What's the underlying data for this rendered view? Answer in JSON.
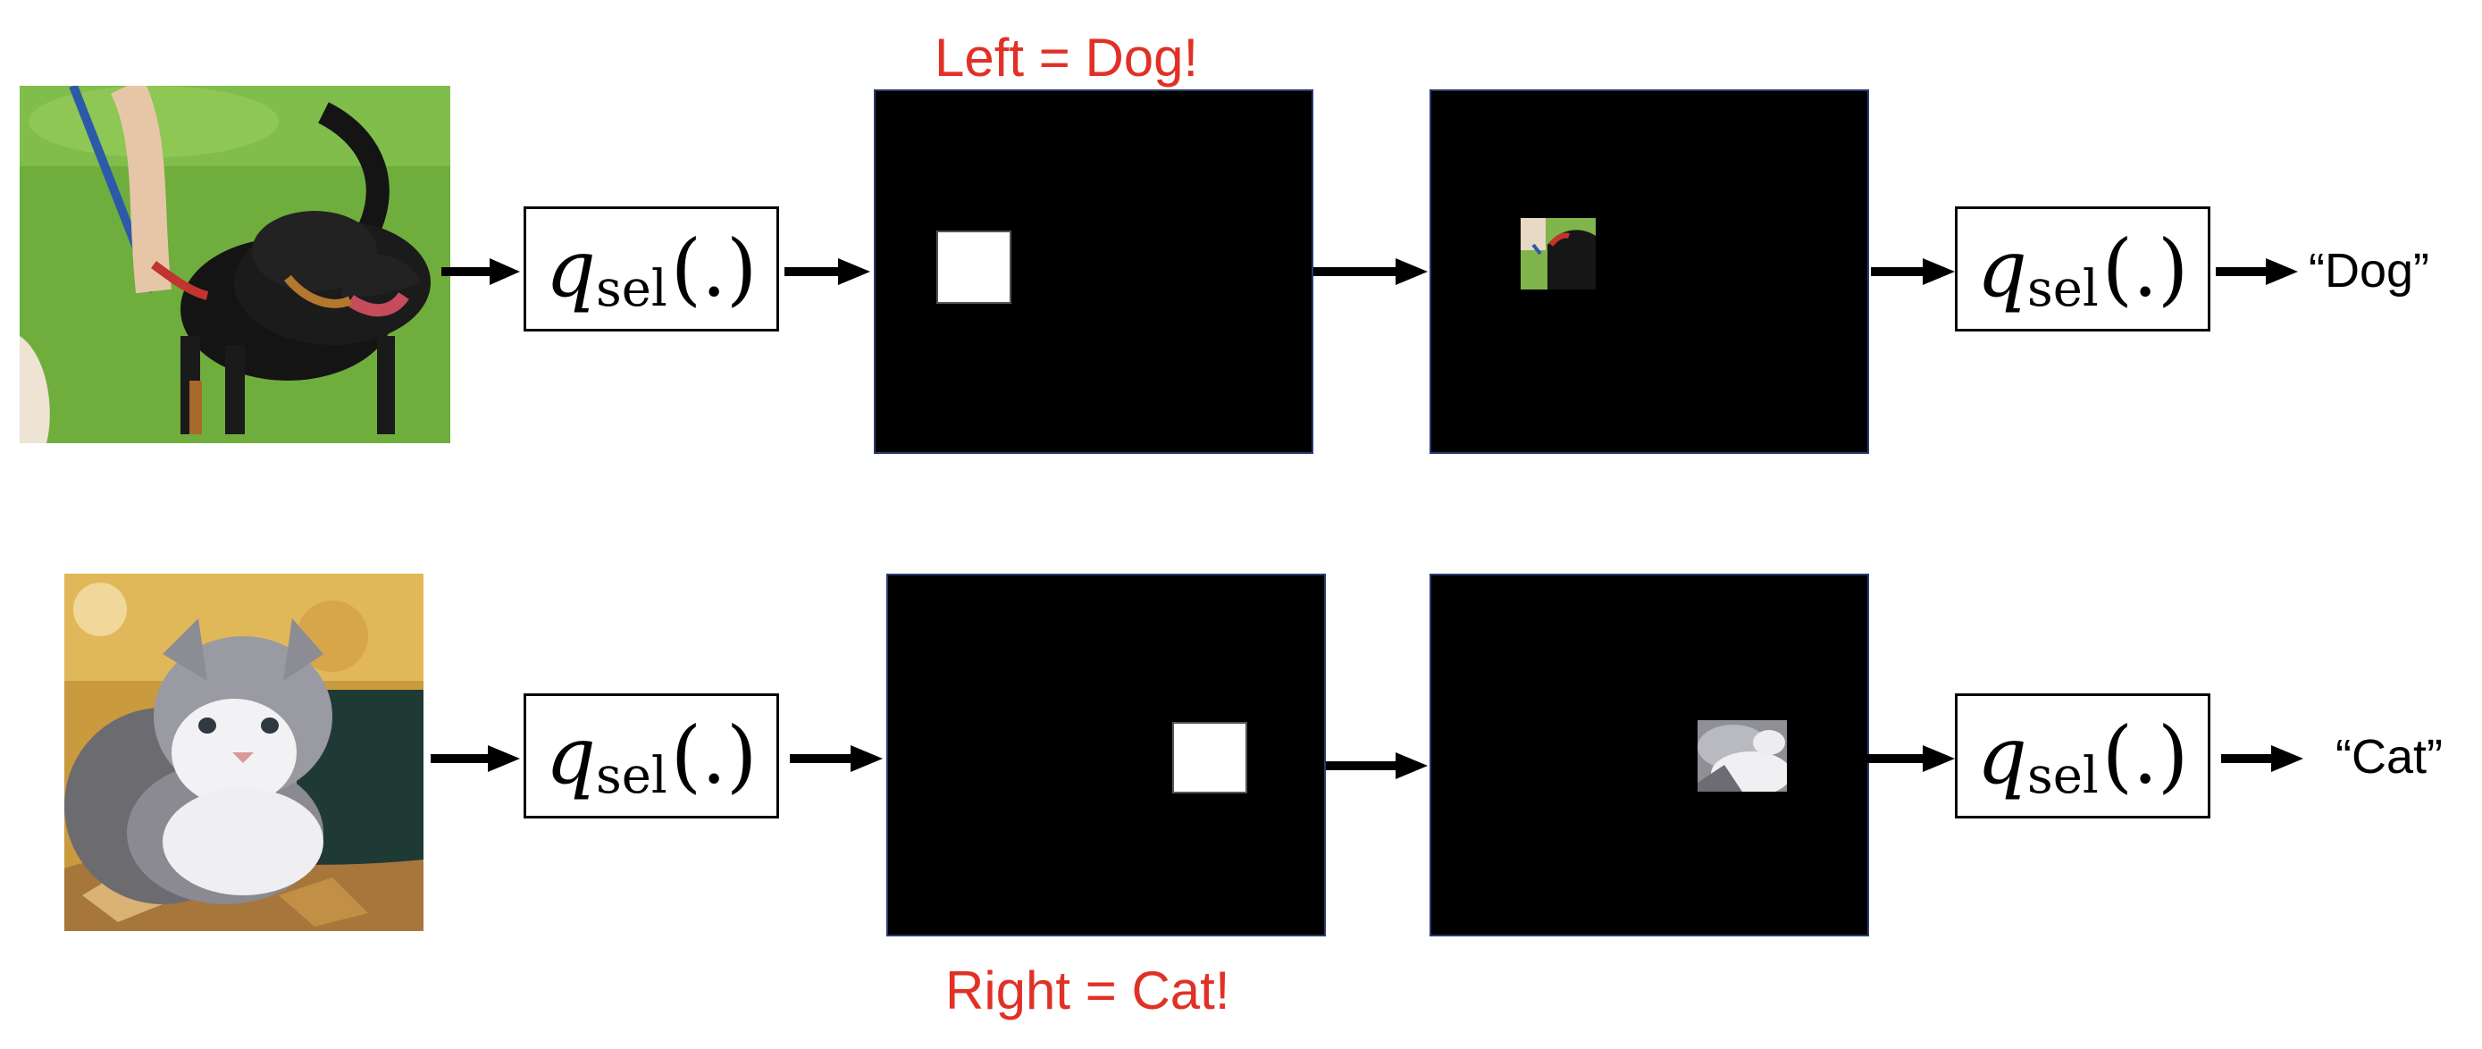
{
  "selector": {
    "symbol": "q",
    "subscript": "sel",
    "args": "(.)"
  },
  "rows": [
    {
      "caption": "Left = Dog!",
      "output": "“Dog”"
    },
    {
      "caption": "Right = Cat!",
      "output": "“Cat”"
    }
  ],
  "colors": {
    "caption": "#e03127",
    "mask": "#000000",
    "mask_border": "#2a3a6e"
  }
}
